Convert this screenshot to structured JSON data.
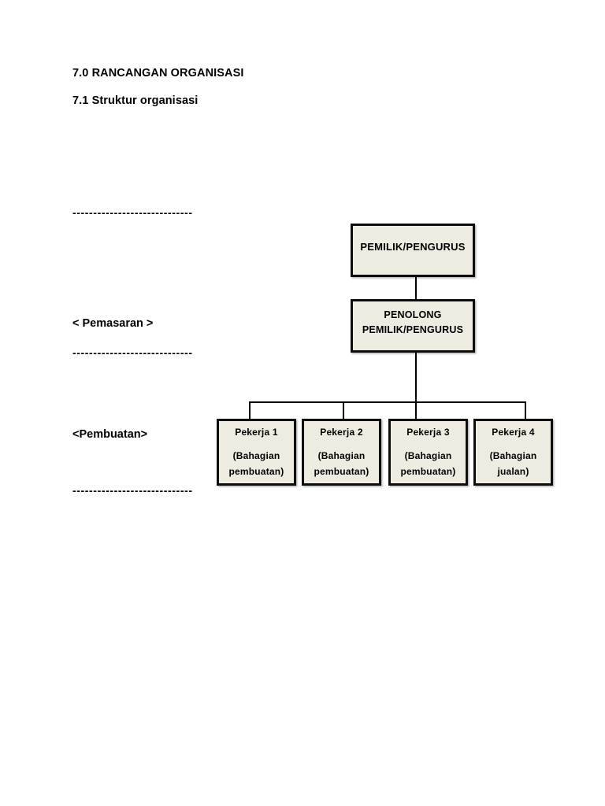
{
  "page": {
    "heading1": "7.0 RANCANGAN ORGANISASI",
    "heading2": "7.1 Struktur organisasi",
    "dashes": "-----------------------------",
    "label_pemasaran": "< Pemasaran >",
    "label_pembuatan": "<Pembuatan>"
  },
  "org_chart": {
    "root_label": "PEMILIK/PENGURUS",
    "assistant_line1": "PENOLONG",
    "assistant_line2": "PEMILIK/PENGURUS",
    "workers": [
      {
        "title": "Pekerja 1",
        "dept_line1": "(Bahagian",
        "dept_line2": "pembuatan)"
      },
      {
        "title": "Pekerja 2",
        "dept_line1": "(Bahagian",
        "dept_line2": "pembuatan)"
      },
      {
        "title": "Pekerja 3",
        "dept_line1": "(Bahagian",
        "dept_line2": "pembuatan)"
      },
      {
        "title": "Pekerja 4",
        "dept_line1": "(Bahagian",
        "dept_line2": "jualan)"
      }
    ],
    "colors": {
      "box_fill": "#eeece1",
      "box_border": "#0d0d0d",
      "connector": "#000000",
      "page_background": "#ffffff",
      "text": "#000000"
    }
  }
}
